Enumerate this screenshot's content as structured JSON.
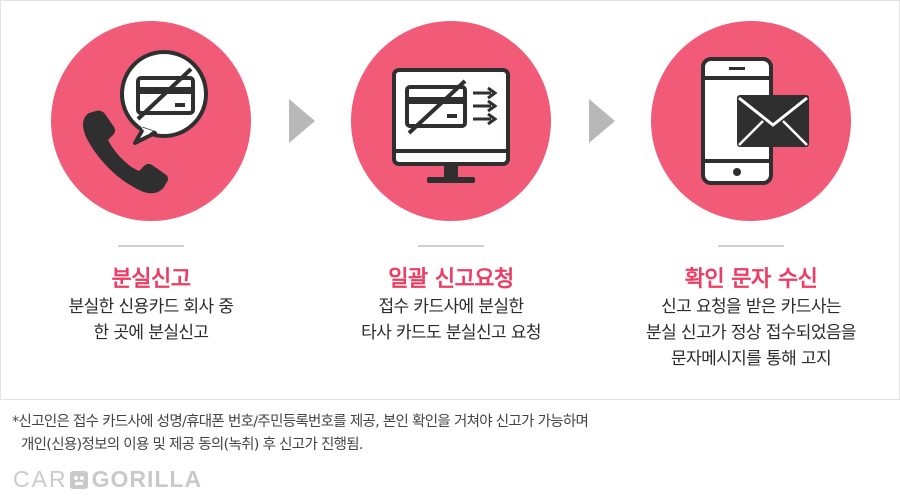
{
  "steps": [
    {
      "icon": "phone-card-icon",
      "title": "분실신고",
      "desc": [
        "분실한 신용카드 회사 중",
        "한 곳에 분실신고"
      ]
    },
    {
      "icon": "monitor-card-icon",
      "title": "일괄 신고요청",
      "desc": [
        "접수 카드사에 분실한",
        "타사 카드도 분실신고 요청"
      ]
    },
    {
      "icon": "phone-envelope-icon",
      "title": "확인 문자 수신",
      "desc": [
        "신고 요청을 받은 카드사는",
        "분실 신고가 정상 접수되었음을",
        "문자메시지를 통해 고지"
      ]
    }
  ],
  "footnote": {
    "line1": "*신고인은 접수 카드사에 성명/휴대폰 번호/주민등록번호를 제공, 본인 확인을 거쳐야 신고가 가능하며",
    "line2": "개인(신용)정보의 이용 및 제공 동의(녹취) 후 신고가 진행됨."
  },
  "logo": {
    "part1": "CAR",
    "part2": "GORILLA"
  },
  "colors": {
    "accent": "#f25b77",
    "title": "#ed3d64",
    "arrow": "#b8b8b8"
  }
}
